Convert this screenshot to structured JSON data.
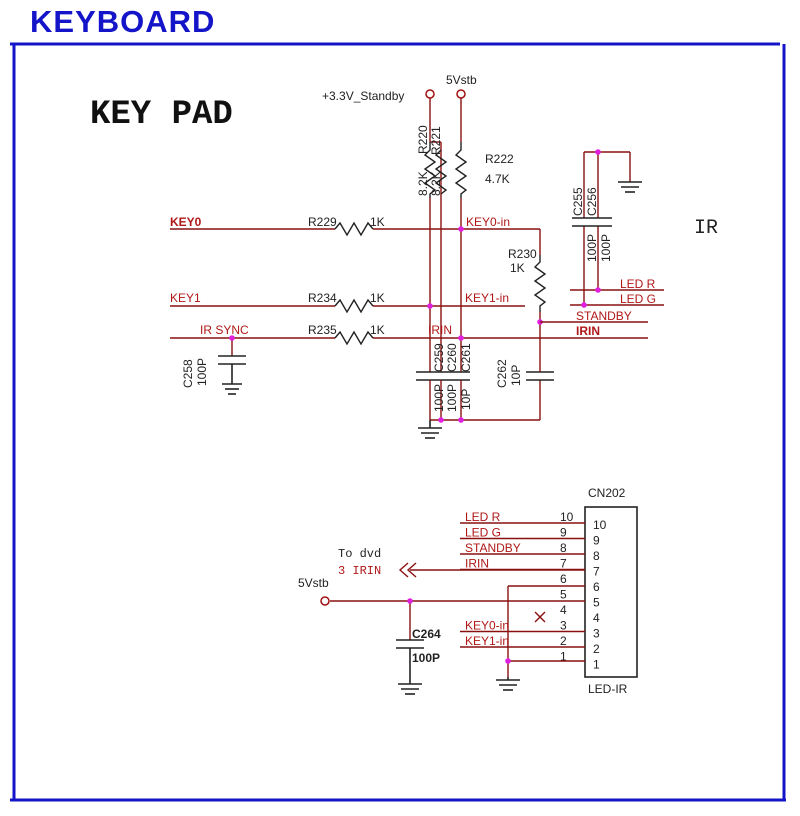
{
  "header": {
    "title": "KEYBOARD",
    "subtitle": "KEY PAD"
  },
  "labels": {
    "ir": "IR",
    "supply_33": "+3.3V_Standby",
    "supply_5v": "5Vstb",
    "r220": "R220",
    "r220_val": "8.2K",
    "r221": "R221",
    "r221_val": "8.2K",
    "r222": "R222",
    "r222_val": "4.7K",
    "r229": "R229",
    "r229_val": "1K",
    "r234": "R234",
    "r234_val": "1K",
    "r235": "R235",
    "r235_val": "1K",
    "r230": "R230",
    "r230_val": "1K",
    "c255": "C255",
    "c255_val": "100P",
    "c256": "C256",
    "c256_val": "100P",
    "c258": "C258",
    "c258_val": "100P",
    "c259": "C259",
    "c259_val": "100P",
    "c260": "C260",
    "c260_val": "100P",
    "c261": "C261",
    "c261_val": "10P",
    "c262": "C262",
    "c262_val": "10P",
    "c264": "C264",
    "c264_val": "100P",
    "net_key0": "KEY0",
    "net_key1": "KEY1",
    "net_ir_sync": "IR SYNC",
    "net_key0_in": "KEY0-in",
    "net_key1_in": "KEY1-in",
    "net_irin_mid": "IRIN",
    "net_irin": "IRIN",
    "net_led_r": "LED R",
    "net_led_g": "LED G",
    "net_standby": "STANDBY",
    "cn_name": "CN202",
    "cn_type": "LED-IR",
    "to_dvd": "To dvd",
    "to_dvd_pin": "3 IRIN",
    "supply_5v_b": "5Vstb"
  },
  "connector": {
    "pins": [
      "10",
      "9",
      "8",
      "7",
      "6",
      "5",
      "4",
      "3",
      "2",
      "1"
    ],
    "signals": [
      "LED R",
      "LED G",
      "STANDBY",
      "IRIN",
      "",
      "",
      "",
      "KEY0-in",
      "KEY1-in",
      ""
    ]
  },
  "colors": {
    "wire_red": "#8a1010",
    "wire_dark": "#2a2a2a",
    "node": "#e020e0",
    "frame_blue": "#1414c8"
  }
}
